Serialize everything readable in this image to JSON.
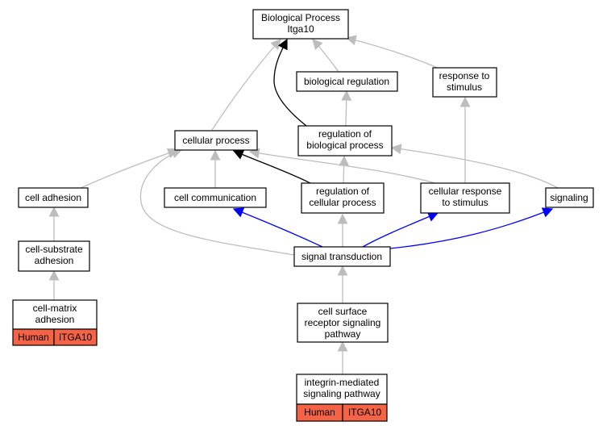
{
  "colors": {
    "edge_default": "#bdbdbd",
    "edge_strong": "#000000",
    "edge_signal": "#0000ff",
    "tag_fill": "#f46346"
  },
  "nodes": {
    "root": [
      "Biological Process",
      "Itga10"
    ],
    "biological_regulation": [
      "biological regulation"
    ],
    "response_to_stimulus": [
      "response to",
      "stimulus"
    ],
    "cellular_process": [
      "cellular process"
    ],
    "regulation_of_biological_process": [
      "regulation of",
      "biological process"
    ],
    "cell_adhesion": [
      "cell adhesion"
    ],
    "cell_communication": [
      "cell communication"
    ],
    "regulation_of_cellular_process": [
      "regulation of",
      "cellular process"
    ],
    "cellular_response_to_stimulus": [
      "cellular response",
      "to stimulus"
    ],
    "signaling": [
      "signaling"
    ],
    "cell_substrate_adhesion": [
      "cell-substrate",
      "adhesion"
    ],
    "signal_transduction": [
      "signal transduction"
    ],
    "cell_matrix_adhesion": [
      "cell-matrix",
      "adhesion"
    ],
    "cell_surface_receptor_signaling_pathway": [
      "cell surface",
      "receptor signaling",
      "pathway"
    ],
    "integrin_mediated_signaling_pathway": [
      "integrin-mediated",
      "signaling pathway"
    ]
  },
  "tags": {
    "cell_matrix_adhesion": [
      "Human",
      "ITGA10"
    ],
    "integrin_mediated_signaling_pathway": [
      "Human",
      "ITGA10"
    ]
  }
}
